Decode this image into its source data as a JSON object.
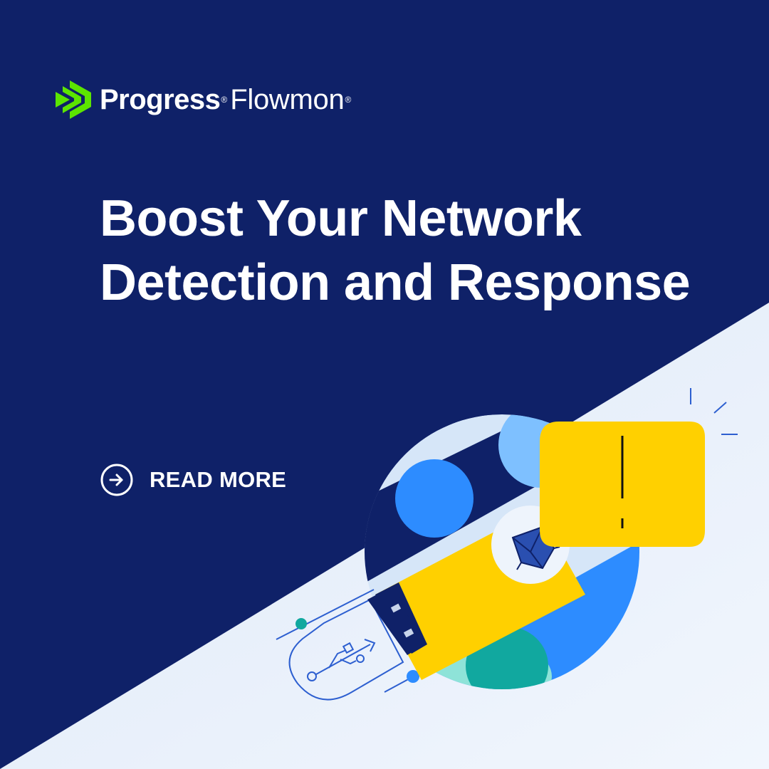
{
  "brand": {
    "name": "Progress",
    "product": "Flowmon",
    "registered": "®",
    "logo_icon": "progress-chevron-mark"
  },
  "headline": {
    "line1": "Boost Your Network",
    "line2": "Detection and Response"
  },
  "cta": {
    "label": "READ MORE",
    "icon": "arrow-right-circle-icon"
  },
  "colors": {
    "background": "#0f2168",
    "light_panel": "#e6effb",
    "brand_green": "#5ce500",
    "accent_yellow": "#ffd000",
    "accent_blue": "#2d8cff",
    "accent_light_blue": "#7ec0ff",
    "accent_teal": "#11a89f",
    "accent_mint": "#8ee3d8"
  },
  "illustration": {
    "subject": "usb-drive-with-alert",
    "icons": [
      "usb-symbol-icon",
      "alert-exclamation-icon",
      "gem-icon"
    ]
  }
}
